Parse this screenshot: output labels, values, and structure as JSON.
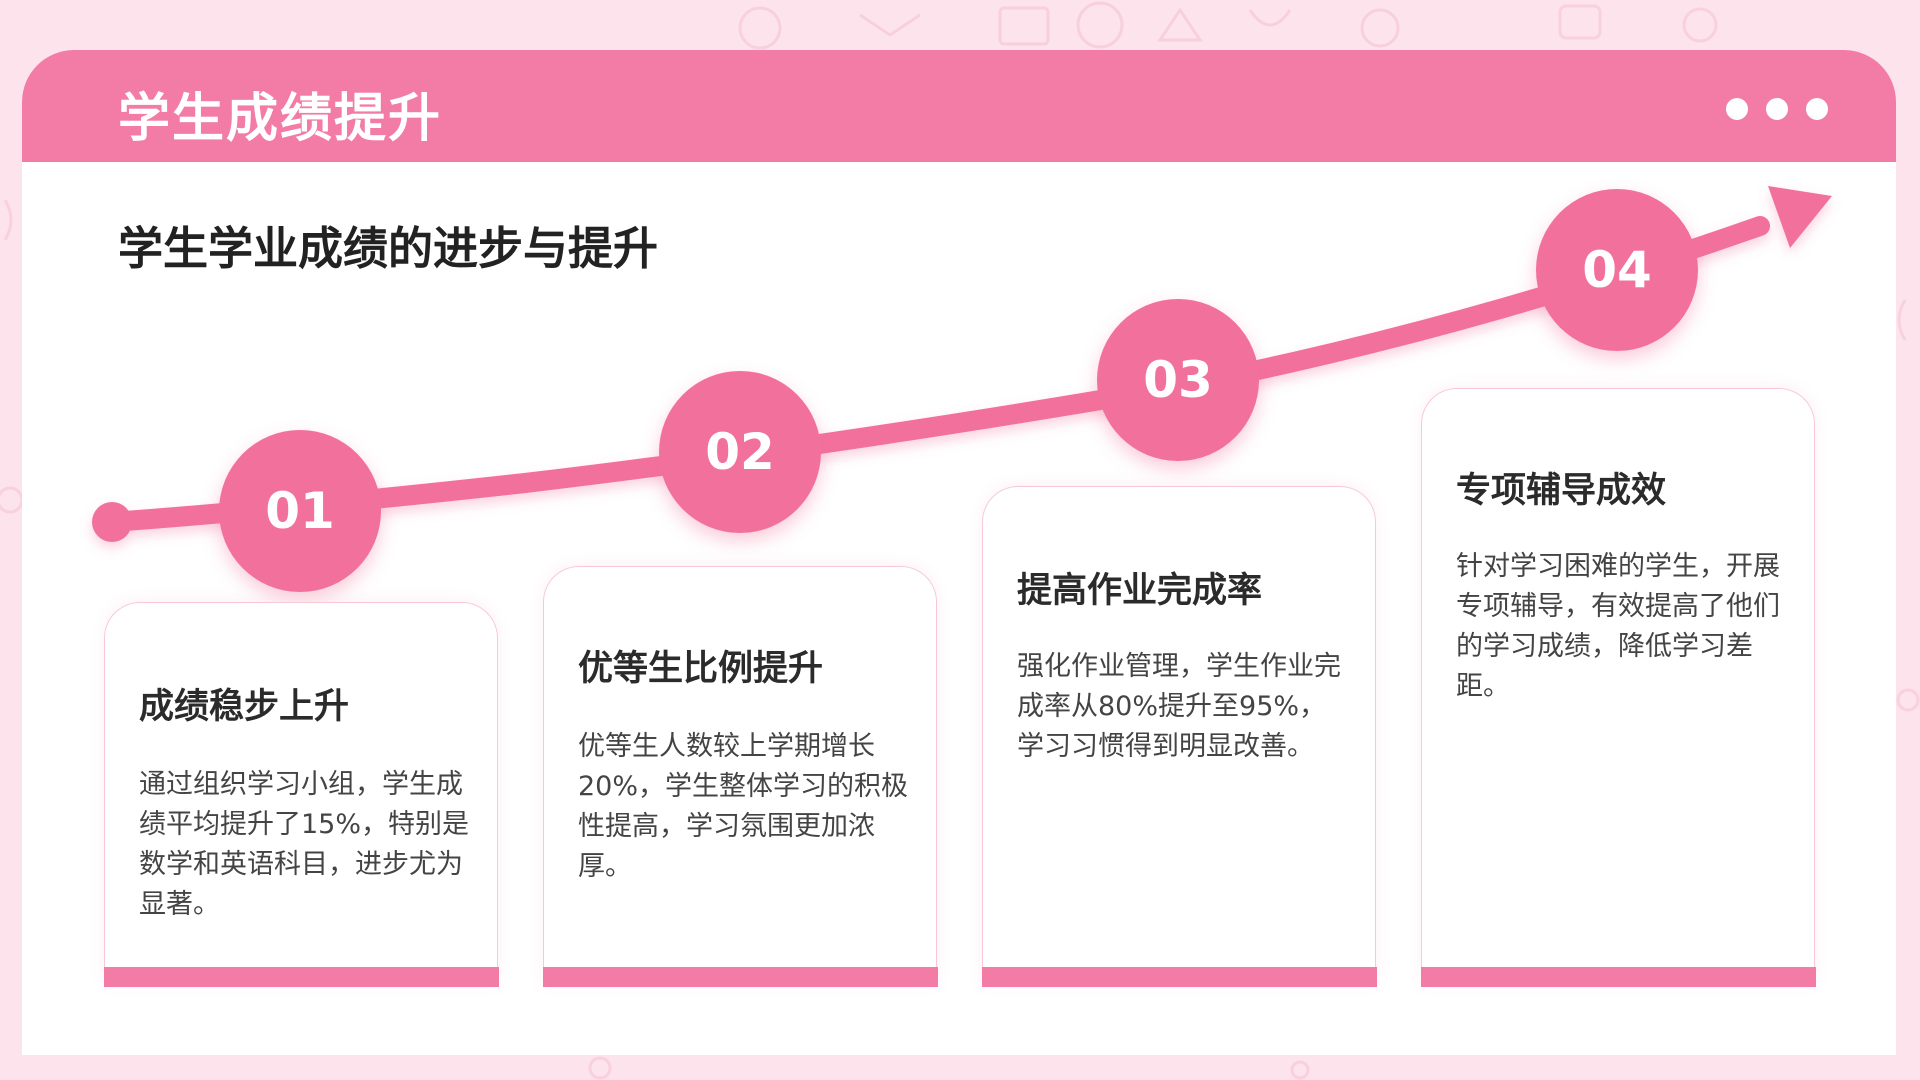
{
  "header": {
    "title": "学生成绩提升",
    "menu_icon": "more-dots-icon"
  },
  "subtitle": "学生学业成绩的进步与提升",
  "colors": {
    "accent": "#f27ca5",
    "page_background": "#fde3ec",
    "text_dark": "#2b2b2b"
  },
  "steps": [
    {
      "number": "01",
      "title": "成绩稳步上升",
      "description": "通过组织学习小组，学生成绩平均提升了15%，特别是数学和英语科目，进步尤为显著。"
    },
    {
      "number": "02",
      "title": "优等生比例提升",
      "description": "优等生人数较上学期增长20%，学生整体学习的积极性提高，学习氛围更加浓厚。"
    },
    {
      "number": "03",
      "title": "提高作业完成率",
      "description": "强化作业管理，学生作业完成率从80%提升至95%，学习习惯得到明显改善。"
    },
    {
      "number": "04",
      "title": "专项辅导成效",
      "description": "针对学习困难的学生，开展专项辅导，有效提高了他们的学习成绩，降低学习差距。"
    }
  ]
}
